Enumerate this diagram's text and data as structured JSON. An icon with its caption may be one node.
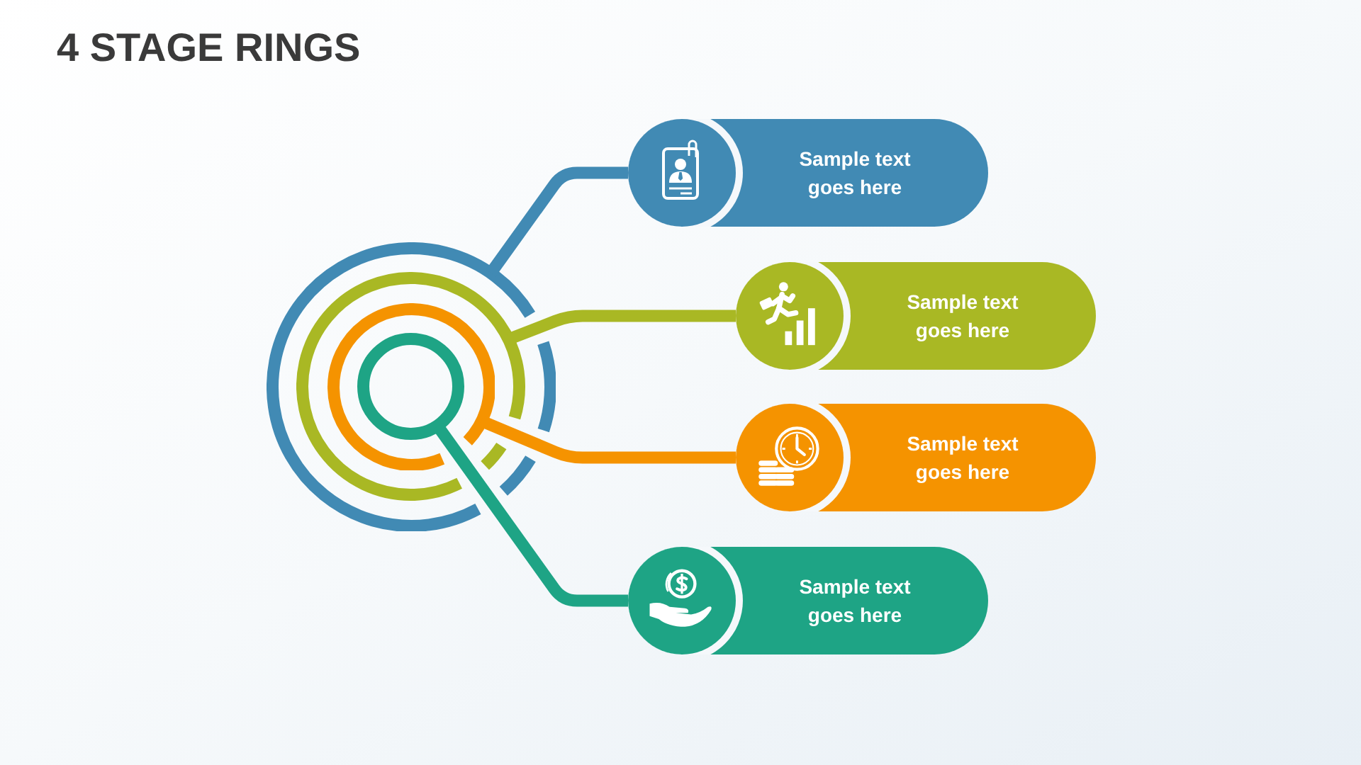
{
  "diagram": {
    "title": "4 STAGE RINGS",
    "nodes": [
      {
        "text": [],
        "shape": "circle"
      },
      {
        "text": [],
        "shape": "circle",
        "in": 0
      },
      {
        "text": [],
        "shape": "circle",
        "in": 1
      },
      {
        "text": [],
        "shape": "circle",
        "in": 2
      },
      {
        "text": [
          "Sample text goes here"
        ]
      },
      {
        "text": [
          "Sample text goes here"
        ]
      },
      {
        "text": [
          "Sample text goes here"
        ]
      },
      {
        "text": [
          "Sample text goes here"
        ]
      }
    ],
    "edges": [
      {
        "from": 0,
        "to": 4,
        "arrow": "none",
        "color": "#418ab4"
      },
      {
        "from": 1,
        "to": 5,
        "arrow": "none",
        "color": "#a9b824"
      },
      {
        "from": 2,
        "to": 6,
        "arrow": "none",
        "color": "#f59300"
      },
      {
        "from": 3,
        "to": 7,
        "arrow": "none",
        "color": "#1ea485"
      }
    ]
  }
}
